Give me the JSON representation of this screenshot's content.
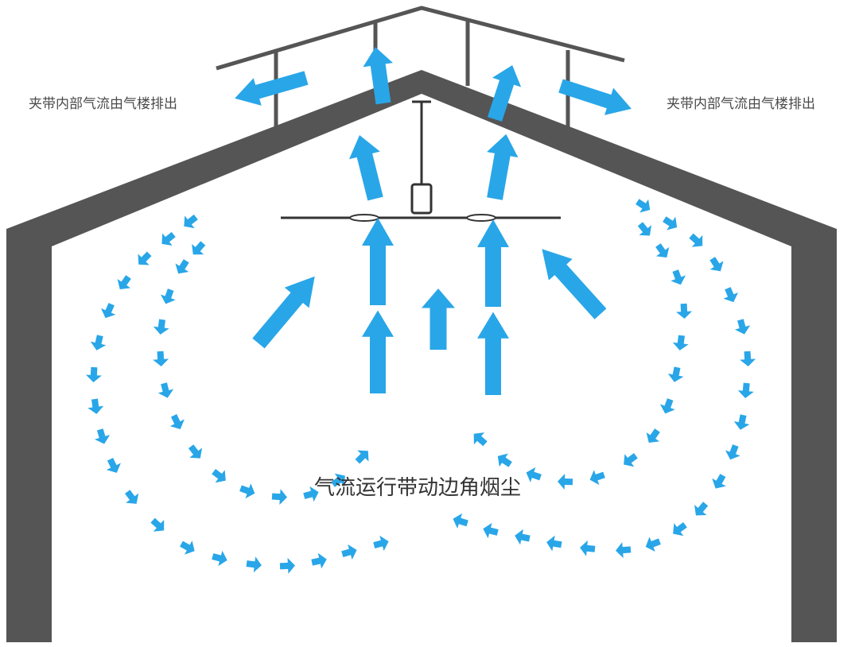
{
  "labels": {
    "exhaust_left": "夹带内部气流由气楼排出",
    "exhaust_right": "夹带内部气流由气楼排出",
    "circulation": "气流运行带动边角烟尘"
  },
  "colors": {
    "wall": "#555555",
    "arrow": "#29a6e8",
    "fan": "#333333",
    "text": "#4a4a4a"
  },
  "icons": {
    "fan": "ceiling-fan-icon",
    "arrow": "airflow-arrow-icon"
  }
}
